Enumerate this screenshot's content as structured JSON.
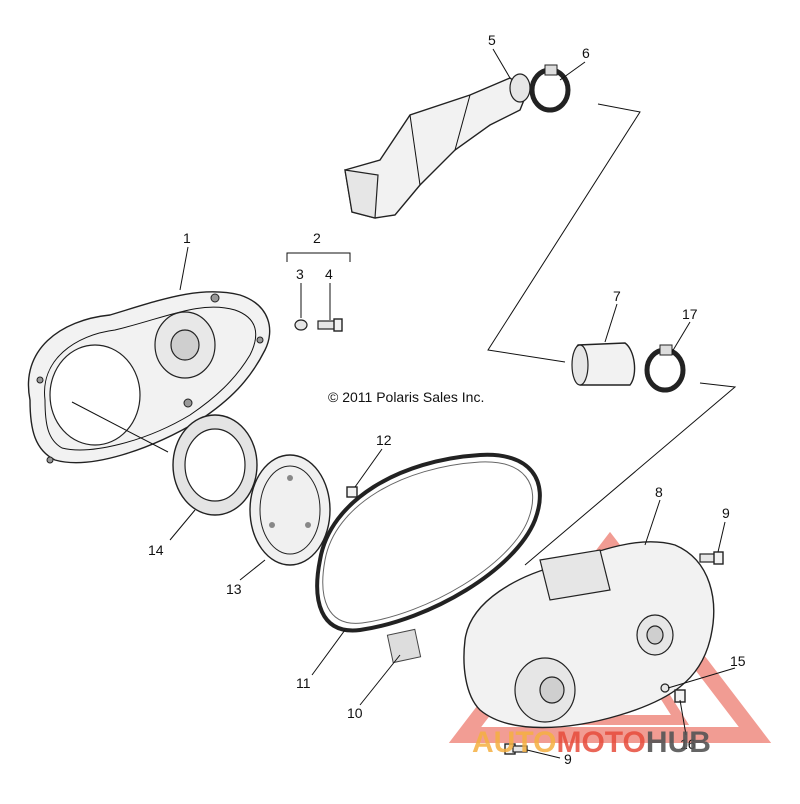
{
  "copyright": "© 2011 Polaris Sales Inc.",
  "callouts": [
    {
      "id": "c1",
      "text": "1"
    },
    {
      "id": "c2",
      "text": "2"
    },
    {
      "id": "c3",
      "text": "3"
    },
    {
      "id": "c4",
      "text": "4"
    },
    {
      "id": "c5",
      "text": "5"
    },
    {
      "id": "c6",
      "text": "6"
    },
    {
      "id": "c7",
      "text": "7"
    },
    {
      "id": "c8",
      "text": "8"
    },
    {
      "id": "c9a",
      "text": "9"
    },
    {
      "id": "c9b",
      "text": "9"
    },
    {
      "id": "c10",
      "text": "10"
    },
    {
      "id": "c11",
      "text": "11"
    },
    {
      "id": "c12",
      "text": "12"
    },
    {
      "id": "c13",
      "text": "13"
    },
    {
      "id": "c14",
      "text": "14"
    },
    {
      "id": "c15",
      "text": "15"
    },
    {
      "id": "c16",
      "text": "16"
    },
    {
      "id": "c17",
      "text": "17"
    }
  ],
  "watermark": {
    "part1": "AUTO",
    "part2": "MOTO",
    "part3": "HUB",
    "color_orange": "#f5b041",
    "color_red": "#e74c3c",
    "color_gray": "#555555"
  }
}
